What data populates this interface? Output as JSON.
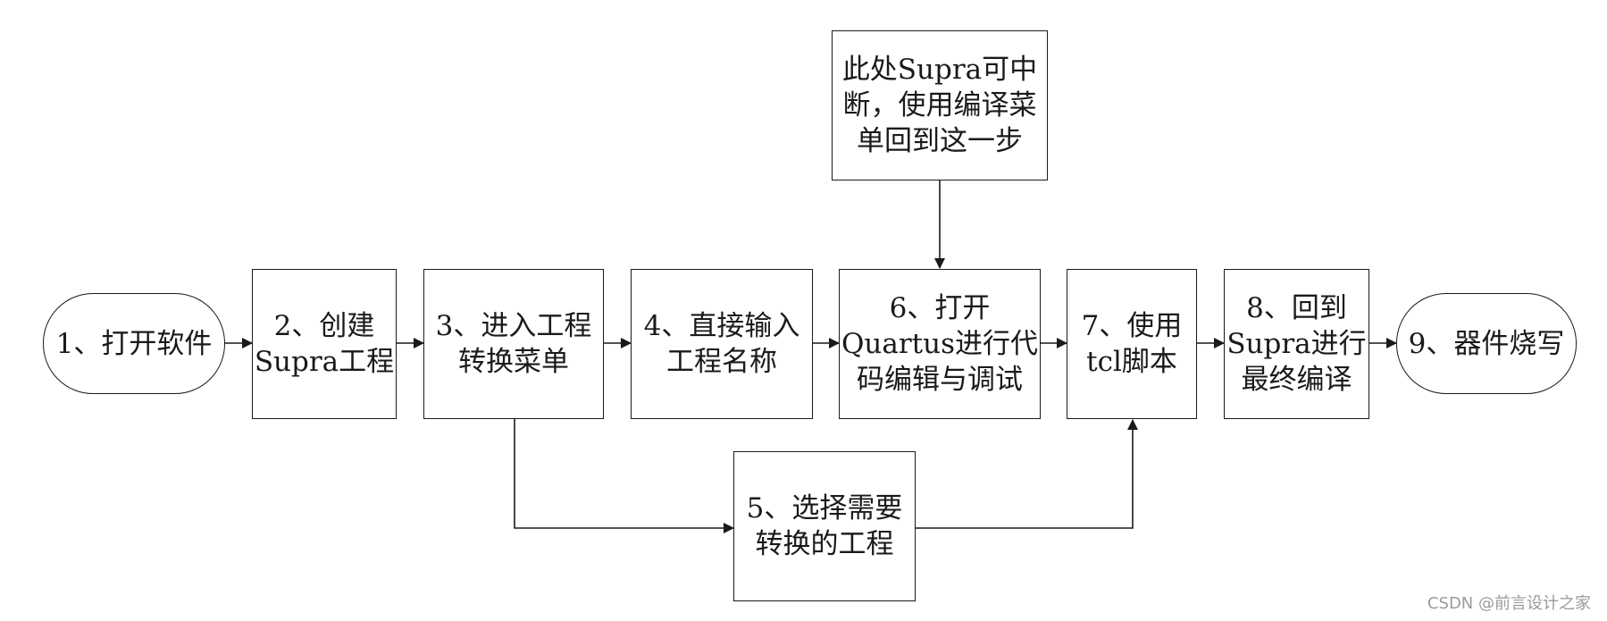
{
  "diagram": {
    "nodes": {
      "n1": "1、打开软件",
      "n2": "2、创建\nSupra工程",
      "n3": "3、进入工程\n转换菜单",
      "n4": "4、直接输入\n工程名称",
      "n5": "5、选择需要\n转换的工程",
      "n6": "6、打开\nQuartus进行代\n码编辑与调试",
      "n7": "7、使用\ntcl脚本",
      "n8": "8、回到\nSupra进行\n最终编译",
      "n9": "9、器件烧写",
      "note": "此处Supra可中\n断，使用编译菜\n单回到这一步"
    },
    "watermark": "CSDN @前言设计之家",
    "colors": {
      "stroke": "#1a1a1a",
      "background": "#ffffff",
      "watermark": "#9a9a9a"
    }
  }
}
